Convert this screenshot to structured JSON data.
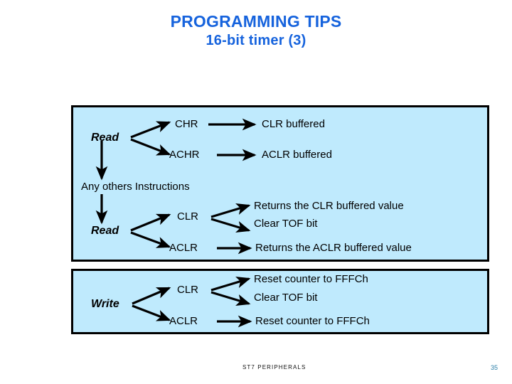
{
  "slide": {
    "title_line1": "PROGRAMMING TIPS",
    "title_line2": "16-bit timer (3)",
    "title_color": "#1663dd",
    "panel_fill": "#bfeafd",
    "panel_border": "#000000"
  },
  "diagram": {
    "read_panel": {
      "mode_label": "Read",
      "registers": [
        {
          "name": "CHR",
          "result": "CLR buffered"
        },
        {
          "name": "ACHR",
          "result": "ACLR buffered"
        }
      ],
      "middle_note": "Any others Instructions",
      "mode_label_2": "Read",
      "registers_2": [
        {
          "name": "CLR",
          "results": [
            "Returns the CLR buffered value",
            "Clear TOF bit"
          ]
        },
        {
          "name": "ACLR",
          "results": [
            "Returns the ACLR buffered value"
          ]
        }
      ]
    },
    "write_panel": {
      "mode_label": "Write",
      "registers": [
        {
          "name": "CLR",
          "results": [
            "Reset counter to FFFCh",
            "Clear TOF bit"
          ]
        },
        {
          "name": "ACLR",
          "results": [
            "Reset counter to FFFCh"
          ]
        }
      ]
    }
  },
  "footer": {
    "label": "ST7 PERIPHERALS",
    "page": "35",
    "page_color": "#2b7fa8"
  }
}
